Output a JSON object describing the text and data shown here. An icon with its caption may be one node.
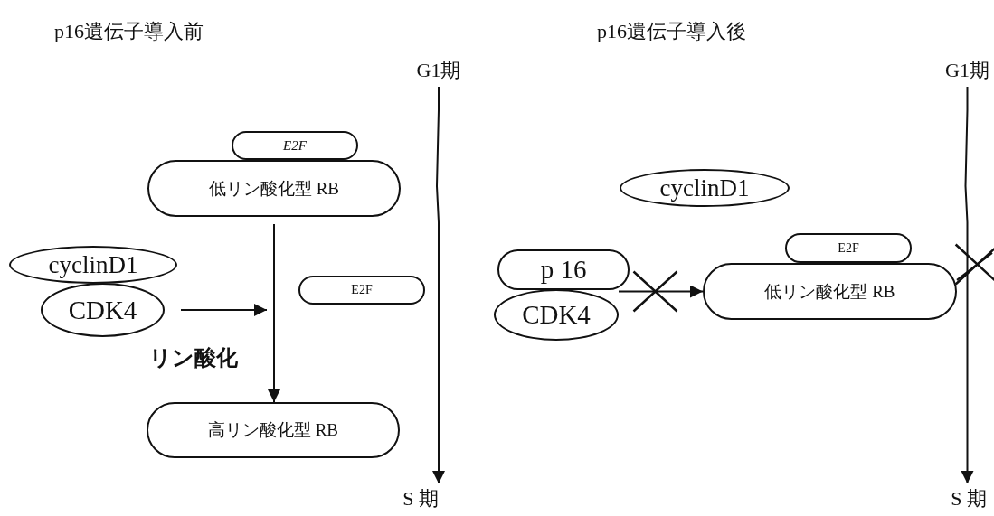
{
  "diagram": {
    "nodes": [
      {
        "text": [
          "E2F"
        ]
      },
      {
        "text": [
          "低リン酸化型 RB"
        ]
      },
      {
        "text": [
          "cyclinD1"
        ]
      },
      {
        "text": [
          "CDK4"
        ]
      },
      {
        "text": [
          "E2F"
        ]
      },
      {
        "text": [
          "高リン酸化型 RB"
        ]
      },
      {
        "text": [
          "G1期"
        ]
      },
      {
        "text": [
          "S 期"
        ]
      },
      {
        "text": [
          "cyclinD1"
        ]
      },
      {
        "text": [
          "p 16"
        ]
      },
      {
        "text": [
          "CDK4"
        ]
      },
      {
        "text": [
          "E2F"
        ]
      },
      {
        "text": [
          "低リン酸化型 RB"
        ]
      },
      {
        "text": [
          "G1期"
        ]
      },
      {
        "text": [
          "S 期"
        ]
      }
    ],
    "edges": [
      {
        "from": 1,
        "to": 5,
        "arrow": "to"
      },
      {
        "from": 3,
        "to": null,
        "arrow": "to"
      },
      {
        "from": 6,
        "to": 7,
        "arrow": "to"
      },
      {
        "from": 10,
        "to": 12,
        "arrow": "to"
      },
      {
        "from": 13,
        "to": 14,
        "arrow": "to"
      },
      {
        "from": 12,
        "to": null,
        "arrow": "none"
      }
    ],
    "labels": [
      "p16遺伝子導入前",
      "p16遺伝子導入後",
      "リン酸化"
    ]
  }
}
